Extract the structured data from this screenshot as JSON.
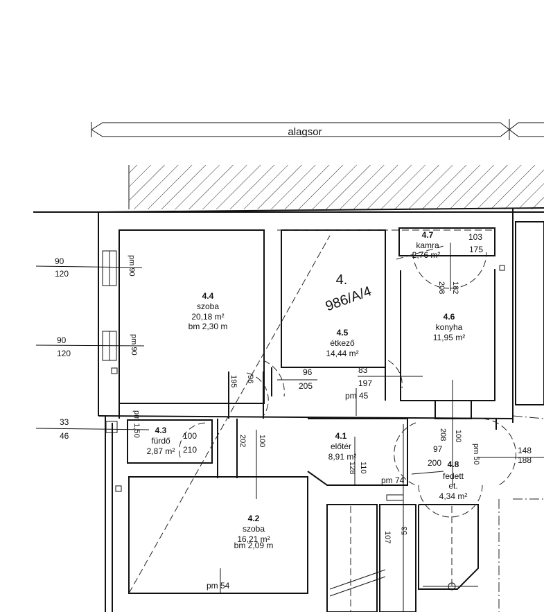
{
  "level_label": "alagsor",
  "parcel": {
    "line1": "4.",
    "line2": "986/A/4"
  },
  "rooms": {
    "r44": {
      "id": "4.4",
      "name": "szoba",
      "area": "20,18 m²",
      "height": "bm 2,30 m"
    },
    "r45": {
      "id": "4.5",
      "name": "étkező",
      "area": "14,44 m²"
    },
    "r47": {
      "id": "4.7",
      "name": "kamra",
      "area": "2,76 m²"
    },
    "r46": {
      "id": "4.6",
      "name": "konyha",
      "area": "11,95 m²"
    },
    "r43": {
      "id": "4.3",
      "name": "fürdő",
      "area": "2,87 m²"
    },
    "r41": {
      "id": "4.1",
      "name": "előtér",
      "area": "8,91 m²"
    },
    "r48": {
      "id": "4.8",
      "name": "fedett",
      "name2": "et.",
      "area": "4,34 m²"
    },
    "r42": {
      "id": "4.2",
      "name": "szoba",
      "area": "16,21 m²",
      "height": "bm 2,09 m"
    }
  },
  "windows": {
    "w1": {
      "width": "90",
      "height": "120"
    },
    "w2": {
      "width": "90",
      "height": "120"
    },
    "w3": {
      "width": "33",
      "height": "46"
    },
    "w4": {
      "width": "148",
      "height": "188"
    }
  },
  "sills": {
    "s1": "pm 90",
    "s2": "pm 90",
    "s3": "pm 1,50",
    "s4": "pm 45",
    "s5": "pm 74",
    "s6": "pm 54",
    "s7": "pm 50"
  },
  "doors": {
    "d1": {
      "w": "96",
      "h": "205"
    },
    "d2": {
      "w": "83",
      "h": "197"
    },
    "d3": {
      "w": "103",
      "h": "175"
    },
    "d4": {
      "w": "208",
      "h": "182"
    },
    "d5": {
      "w": "100",
      "h": "210"
    },
    "d6": {
      "w": "97",
      "h": "200"
    }
  },
  "dims": {
    "v195": "195",
    "v96": "96",
    "v202": "202",
    "v100a": "100",
    "v110": "110",
    "v128": "128",
    "v208": "208",
    "v100b": "100",
    "v107": "107",
    "v53": "53"
  }
}
